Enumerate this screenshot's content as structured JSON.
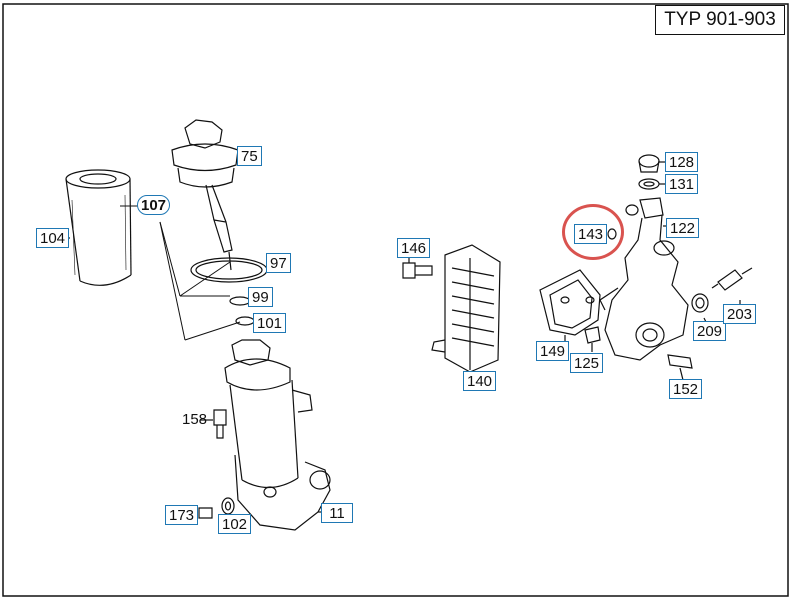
{
  "header": {
    "type_label": "TYP 901-903"
  },
  "parts": {
    "p75": "75",
    "p104": "104",
    "p107": "107",
    "p97": "97",
    "p99": "99",
    "p101": "101",
    "p158": "158",
    "p173": "173",
    "p102": "102",
    "p11": "11",
    "p146": "146",
    "p140": "140",
    "p143": "143",
    "p128": "128",
    "p131": "131",
    "p122": "122",
    "p149": "149",
    "p125": "125",
    "p152": "152",
    "p209": "209",
    "p203": "203"
  },
  "highlight": {
    "part": "143",
    "color": "#d9534f"
  },
  "colors": {
    "label_border": "#1f78b4",
    "drawing": "#111111"
  }
}
